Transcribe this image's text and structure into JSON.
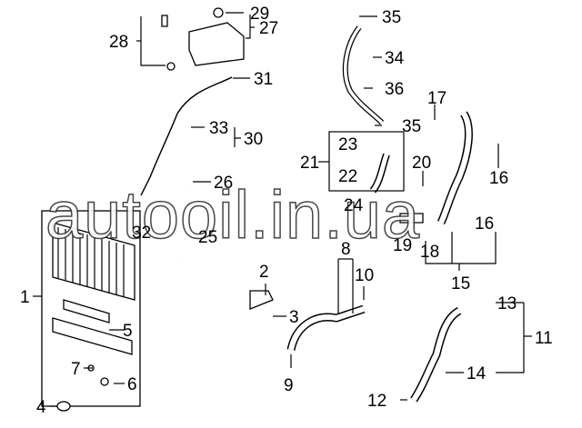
{
  "watermark": "autooil.in.ua",
  "callouts": {
    "c1": "1",
    "c2": "2",
    "c3": "3",
    "c4": "4",
    "c5": "5",
    "c6": "6",
    "c7": "7",
    "c8": "8",
    "c9": "9",
    "c10": "10",
    "c11": "11",
    "c12": "12",
    "c13": "13",
    "c14": "14",
    "c15": "15",
    "c16a": "16",
    "c16b": "16",
    "c17": "17",
    "c18": "18",
    "c19": "19",
    "c20": "20",
    "c21": "21",
    "c22": "22",
    "c23": "23",
    "c24": "24",
    "c25": "25",
    "c26": "26",
    "c27": "27",
    "c28": "28",
    "c29": "29",
    "c30": "30",
    "c31": "31",
    "c32": "32",
    "c33": "33",
    "c34": "34",
    "c35a": "35",
    "c35b": "35",
    "c36": "36"
  }
}
